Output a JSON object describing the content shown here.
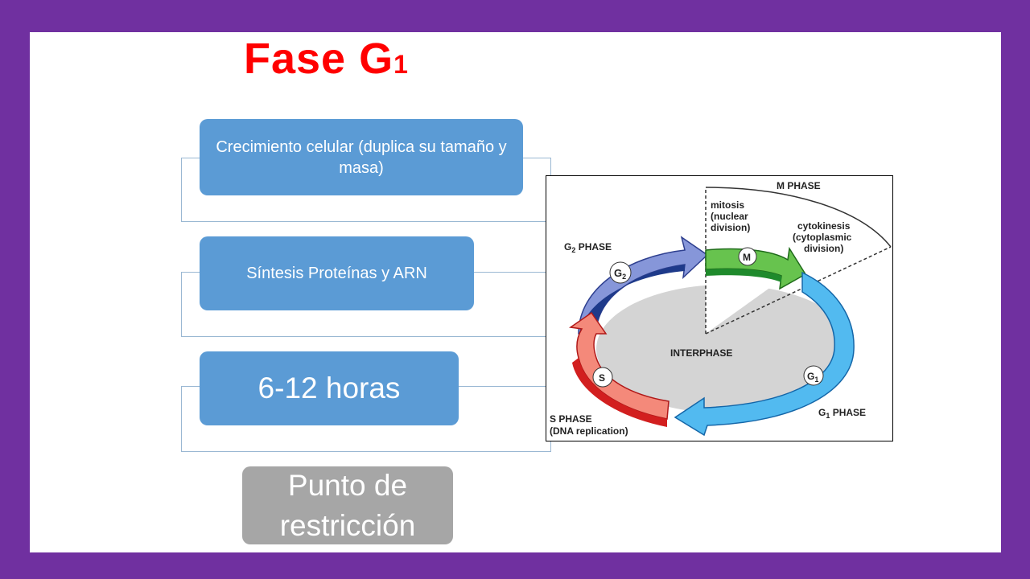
{
  "slide": {
    "title_main": "Fase G",
    "title_sub": "1",
    "items": [
      "Crecimiento celular (duplica su tamaño y masa)",
      "Síntesis Proteínas y ARN",
      "6-12 horas"
    ],
    "restriction_label": "Punto de restricción"
  },
  "diagram": {
    "m_phase": "M PHASE",
    "mitosis": "mitosis",
    "nuclear": "(nuclear",
    "division1": "division)",
    "cytokinesis": "cytokinesis",
    "cytoplasmic": "(cytoplasmic",
    "division2": "division)",
    "g2_phase": "G",
    "g2_phase_sub": "2",
    "g2_phase_rest": " PHASE",
    "g2_badge": "G",
    "g2_badge_sub": "2",
    "m_badge": "M",
    "interphase": "INTERPHASE",
    "s_badge": "S",
    "g1_badge": "G",
    "g1_badge_sub": "1",
    "g1_phase": "G",
    "g1_phase_sub": "1",
    "g1_phase_rest": " PHASE",
    "s_phase": "S PHASE",
    "dna_replication": "(DNA replication)"
  },
  "colors": {
    "frame": "#7030a0",
    "title": "#ff0000",
    "box_blue": "#5b9bd5",
    "box_gray": "#a6a6a6",
    "g2": "#7f8fd6",
    "m": "#5fc24a",
    "g1": "#4fb8f0",
    "s": "#f08070",
    "interphase": "#d4d4d4"
  }
}
